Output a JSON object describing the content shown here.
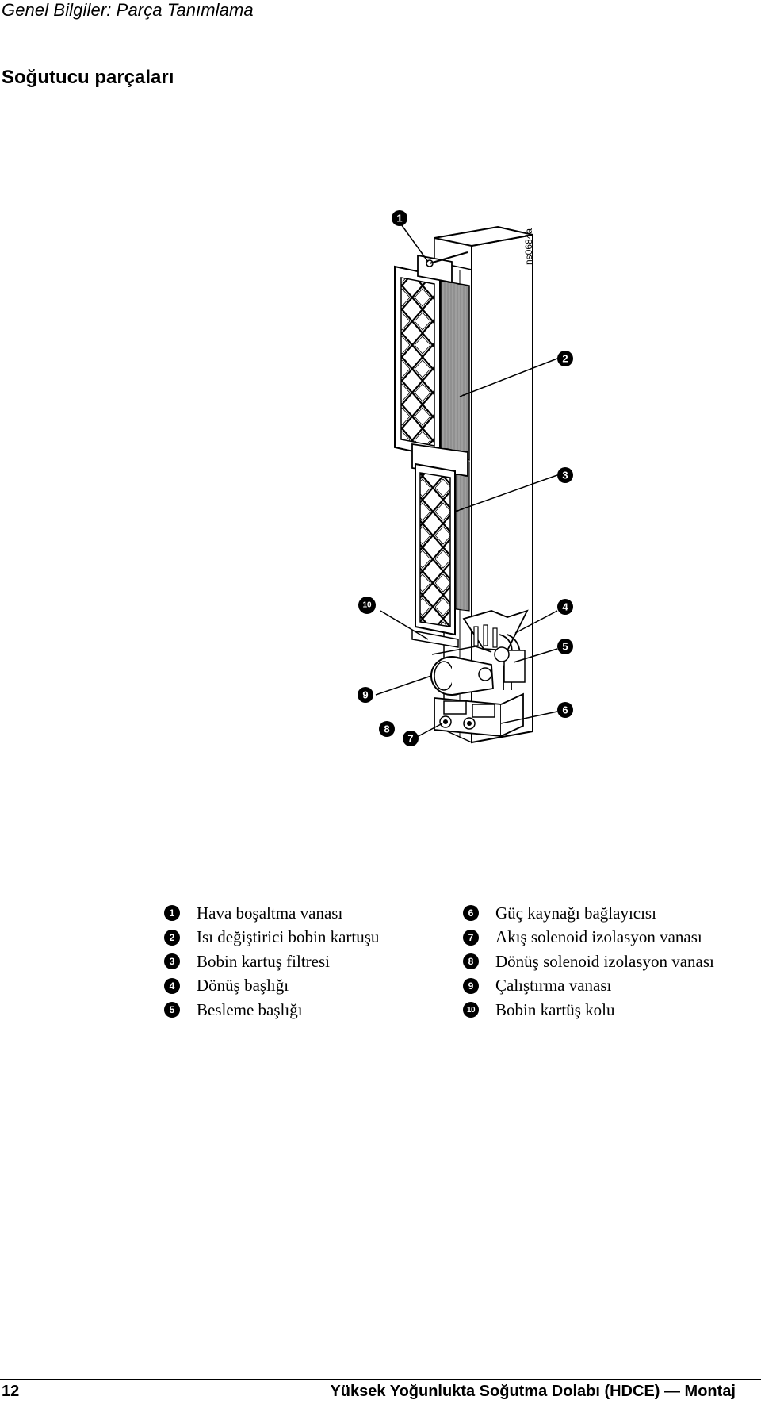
{
  "header": {
    "title": "Genel Bilgiler: Parça Tanımlama"
  },
  "section": {
    "title": "Soğutucu parçaları"
  },
  "figure": {
    "id": "ns0684a",
    "callouts": [
      "1",
      "2",
      "3",
      "4",
      "5",
      "6",
      "7",
      "8",
      "9",
      "10"
    ]
  },
  "legend": {
    "left": [
      {
        "num": "1",
        "label": "Hava boşaltma vanası"
      },
      {
        "num": "2",
        "label": "Isı değiştirici bobin kartuşu"
      },
      {
        "num": "3",
        "label": "Bobin kartuş filtresi"
      },
      {
        "num": "4",
        "label": "Dönüş başlığı"
      },
      {
        "num": "5",
        "label": "Besleme başlığı"
      }
    ],
    "right": [
      {
        "num": "6",
        "label": "Güç kaynağı bağlayıcısı"
      },
      {
        "num": "7",
        "label": "Akış solenoid izolasyon vanası"
      },
      {
        "num": "8",
        "label": "Dönüş solenoid izolasyon vanası"
      },
      {
        "num": "9",
        "label": "Çalıştırma vanası"
      },
      {
        "num": "10",
        "label": "Bobin kartüş kolu"
      }
    ]
  },
  "footer": {
    "page": "12",
    "doc_title": "Yüksek Yoğunlukta Soğutma Dolabı (HDCE) — Montaj"
  }
}
